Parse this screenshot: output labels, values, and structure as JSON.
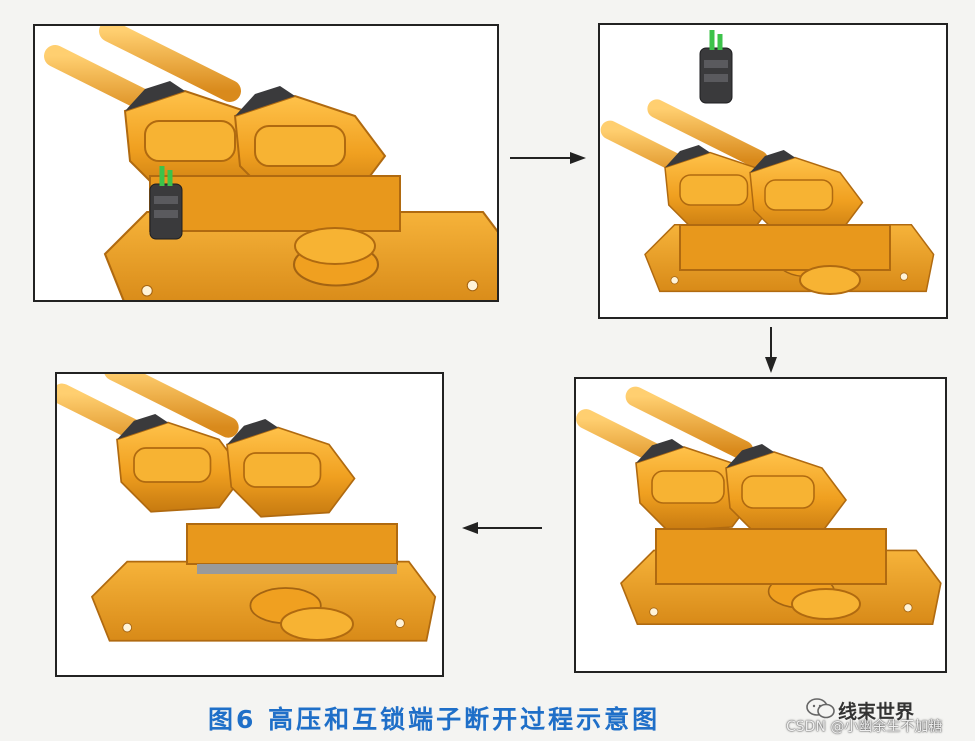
{
  "caption": "图6   高压和互锁端子断开过程示意图",
  "brand": {
    "name": "线束世界",
    "icon": "wechat-icon"
  },
  "watermark": "CSDN @小幽余生不加糖",
  "colors": {
    "connector_orange": "#f0a020",
    "connector_shadow": "#c77a10",
    "cable_orange": "#f2a83a",
    "latch_dark": "#3a3a3c",
    "latch_tab_green": "#3cc24a",
    "caption_blue": "#1f6fc8"
  },
  "steps": [
    {
      "state": "connected, interlock plug inserted"
    },
    {
      "state": "interlock plug removed"
    },
    {
      "state": "high-voltage connector lifting"
    },
    {
      "state": "high-voltage connector separated"
    }
  ]
}
